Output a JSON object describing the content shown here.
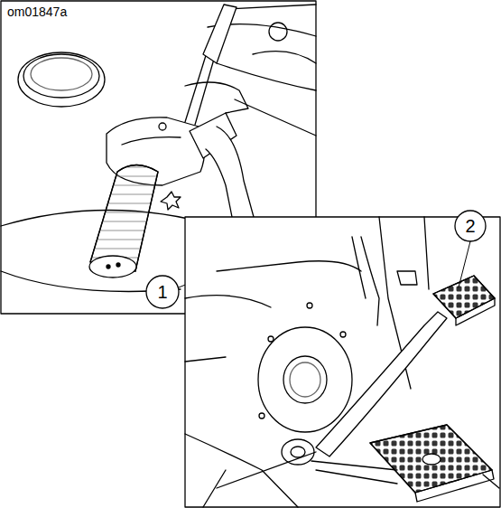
{
  "diagram": {
    "labels": [
      "om01847a",
      "1",
      "2"
    ]
  }
}
